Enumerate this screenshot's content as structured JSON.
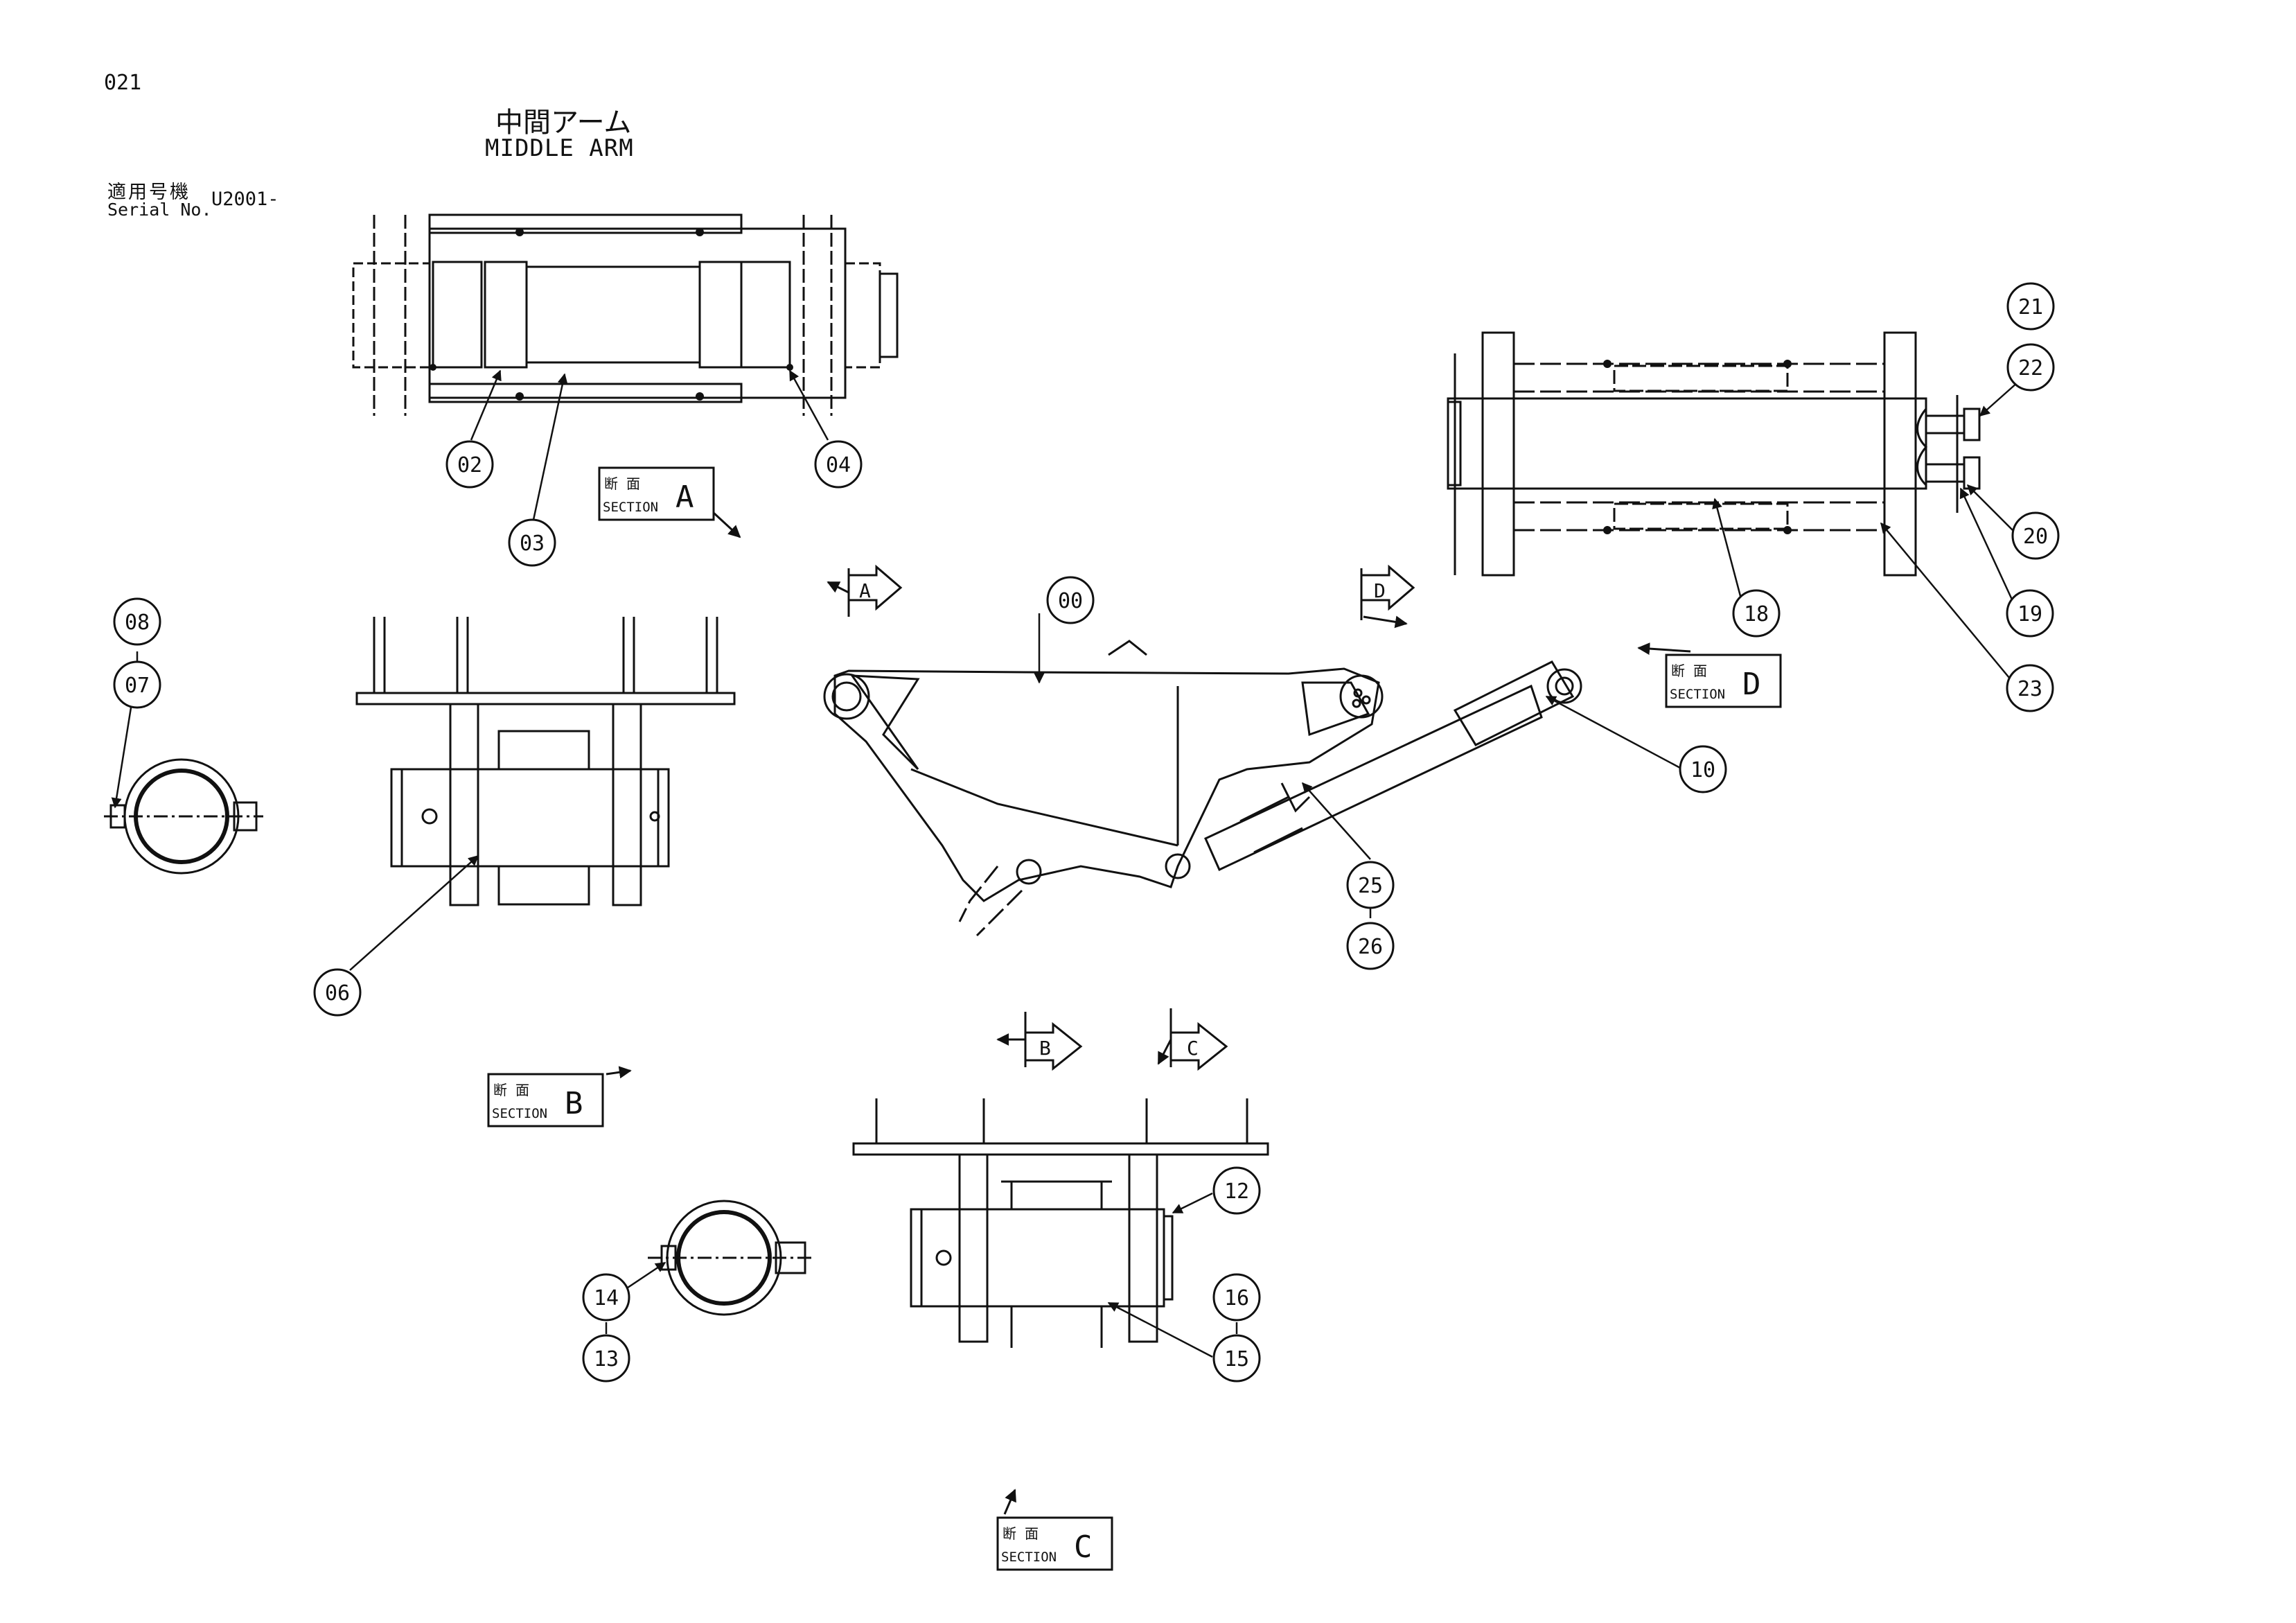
{
  "page": {
    "number": "021"
  },
  "title": {
    "jp": "中間アーム",
    "en": "MIDDLE ARM"
  },
  "serial": {
    "label_jp": "適用号機",
    "label_en": "Serial No.",
    "value": "U2001-"
  },
  "section_labels": {
    "jp": "断 面",
    "en": "SECTION",
    "letters": {
      "a": "A",
      "b": "B",
      "c": "C",
      "d": "D"
    }
  },
  "view_arrows": {
    "a": "A",
    "b": "B",
    "c": "C",
    "d": "D"
  },
  "balloons": {
    "p00": "00",
    "p02": "02",
    "p03": "03",
    "p04": "04",
    "p06": "06",
    "p07": "07",
    "p08": "08",
    "p10": "10",
    "p12": "12",
    "p13": "13",
    "p14": "14",
    "p15": "15",
    "p16": "16",
    "p18": "18",
    "p19": "19",
    "p20": "20",
    "p21": "21",
    "p22": "22",
    "p23": "23",
    "p25": "25",
    "p26": "26"
  }
}
